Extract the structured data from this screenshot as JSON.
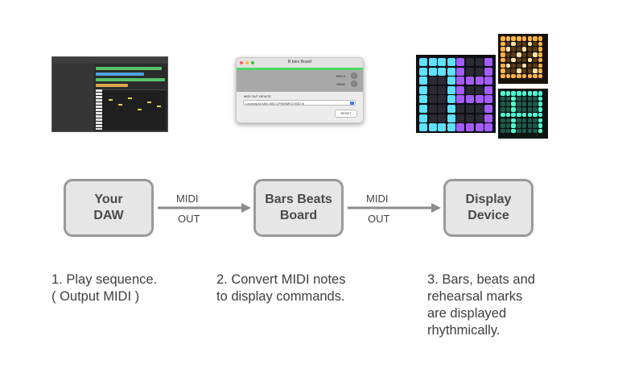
{
  "screenshot_daw": {
    "icon": "daw-arrange-window"
  },
  "app_window": {
    "title": "B bars Board",
    "recv_label": "RECV.",
    "send_label": "SEND",
    "midi_out_label": "MIDI OUT DEVICE",
    "midi_out_value": "Launchpad Mini MK3 LPMiniMK3 MIDI In",
    "reset_label": "RESET"
  },
  "launchpad_photos": {
    "icon": "launchpad-grid-photos"
  },
  "nodes": [
    {
      "label": "Your\nDAW"
    },
    {
      "label": "Bars Beats\nBoard"
    },
    {
      "label": "Display\nDevice"
    }
  ],
  "edges": [
    {
      "top": "MIDI",
      "bottom": "OUT"
    },
    {
      "top": "MIDI",
      "bottom": "OUT"
    }
  ],
  "steps": [
    "1. Play sequence.\n    ( Output MIDI )",
    "2. Convert MIDI notes\n    to display commands.",
    "3. Bars, beats and\n    rehearsal marks\n    are displayed\n    rhythmically."
  ],
  "colors": {
    "box_fill": "#e6e6e6",
    "box_border": "#9a9a9a",
    "arrow": "#8c8c8c",
    "accent_green": "#4cd964"
  }
}
